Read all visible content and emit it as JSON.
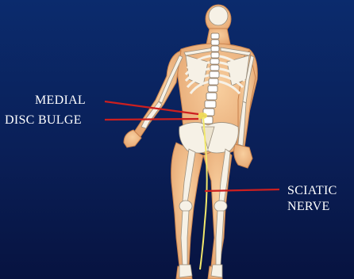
{
  "labels": {
    "medial": "MEDIAL",
    "disc_bulge": "DISC BULGE",
    "sciatic": "SCIATIC",
    "nerve": "NERVE"
  },
  "colors": {
    "background_top": "#0a2a6a",
    "background_bottom": "#071340",
    "label_text": "#ffffff",
    "pointer_lines": "#cc1f1f",
    "skin": "#f3c08f",
    "bone": "#f6f1e6",
    "nerve": "#f2e86a"
  }
}
